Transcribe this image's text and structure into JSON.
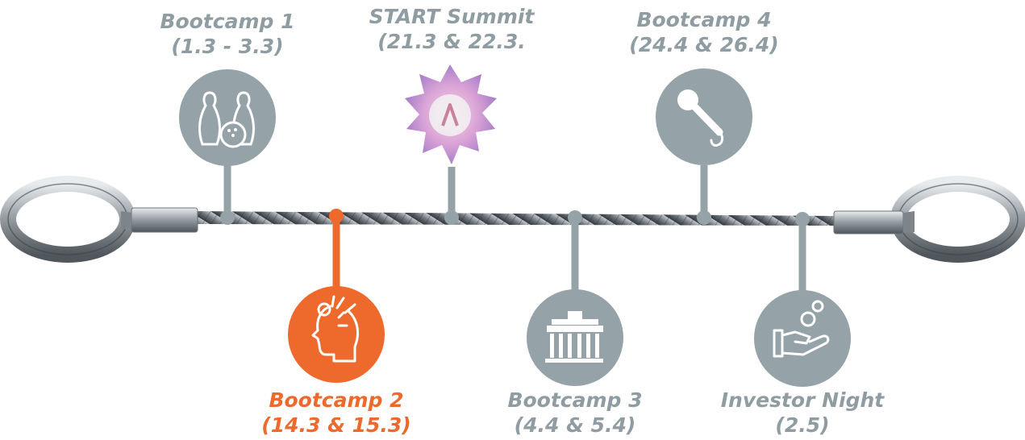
{
  "milestones": [
    {
      "title": "Bootcamp 1",
      "date": "(1.3 - 3.3)",
      "icon": "bowling-icon",
      "active": false
    },
    {
      "title": "START Summit",
      "date": "(21.3 & 22.3.",
      "icon": "start-summit-logo",
      "active": false
    },
    {
      "title": "Bootcamp 4",
      "date": "(24.4 & 26.4)",
      "icon": "microphone-icon",
      "active": false
    },
    {
      "title": "Bootcamp 2",
      "date": "(14.3 & 15.3)",
      "icon": "creative-head-icon",
      "active": true
    },
    {
      "title": "Bootcamp 3",
      "date": "(4.4 & 5.4)",
      "icon": "brandenburg-gate-icon",
      "active": false
    },
    {
      "title": "Investor Night",
      "date": "(2.5)",
      "icon": "hand-coins-icon",
      "active": false
    }
  ],
  "colors": {
    "active": "#ee6a2c",
    "inactive": "#95a3a8",
    "label_inactive": "#8f9ca1"
  }
}
